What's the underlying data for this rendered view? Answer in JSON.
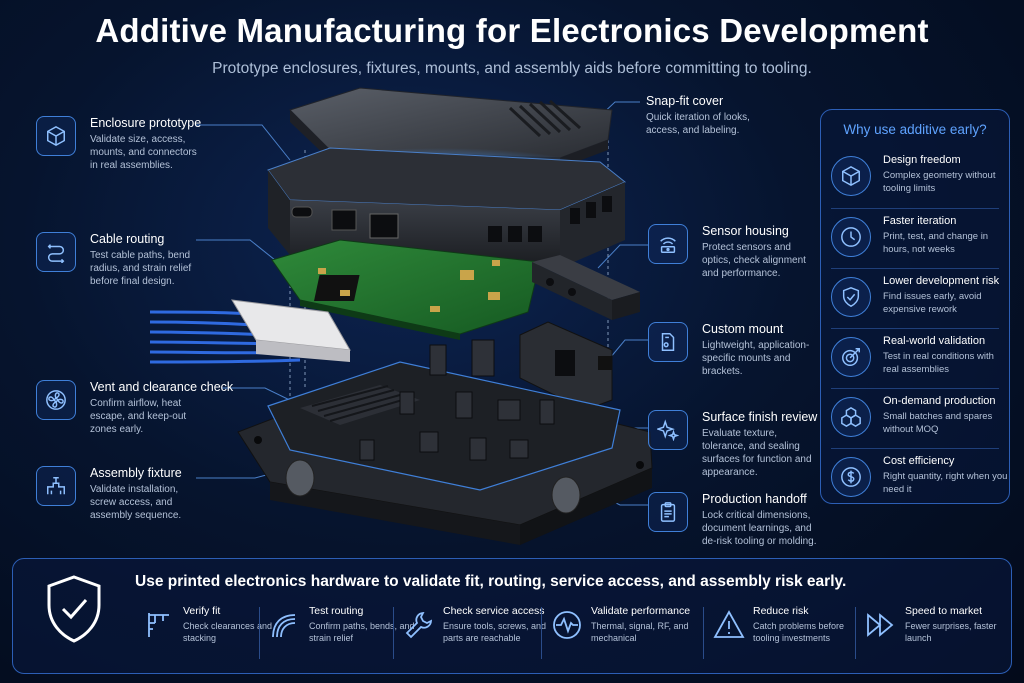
{
  "header": {
    "title": "Additive Manufacturing for Electronics Development",
    "subtitle": "Prototype enclosures, fixtures, mounts, and assembly aids before committing to tooling."
  },
  "callouts": {
    "enclosure": {
      "title": "Enclosure prototype",
      "desc": "Validate size, access, mounts, and connectors in real assemblies.",
      "icon": "cube-icon"
    },
    "cable": {
      "title": "Cable routing",
      "desc": "Test cable paths, bend radius, and strain relief before final design.",
      "icon": "cable-icon"
    },
    "vent": {
      "title": "Vent and clearance check",
      "desc": "Confirm airflow, heat escape, and keep-out zones early.",
      "icon": "fan-icon"
    },
    "fixture": {
      "title": "Assembly fixture",
      "desc": "Validate installation, screw access, and assembly sequence.",
      "icon": "fixture-icon"
    },
    "snapfit": {
      "title": "Snap-fit cover",
      "desc": "Quick iteration of looks, access, and labeling."
    },
    "sensor": {
      "title": "Sensor housing",
      "desc": "Protect sensors and optics, check alignment and performance.",
      "icon": "sensor-icon"
    },
    "mount": {
      "title": "Custom mount",
      "desc": "Lightweight, application-specific mounts and brackets.",
      "icon": "mount-icon"
    },
    "finish": {
      "title": "Surface finish review",
      "desc": "Evaluate texture, tolerance, and sealing surfaces for function and appearance.",
      "icon": "sparkle-icon"
    },
    "handoff": {
      "title": "Production handoff",
      "desc": "Lock critical dimensions, document learnings, and de-risk tooling or molding.",
      "icon": "clipboard-icon"
    }
  },
  "panel": {
    "title": "Why use additive early?",
    "items": [
      {
        "title": "Design freedom",
        "desc": "Complex geometry without tooling limits",
        "icon": "cube-icon"
      },
      {
        "title": "Faster iteration",
        "desc": "Print, test, and change in hours, not weeks",
        "icon": "clock-icon"
      },
      {
        "title": "Lower development risk",
        "desc": "Find issues early, avoid expensive rework",
        "icon": "shield-icon"
      },
      {
        "title": "Real-world validation",
        "desc": "Test in real conditions with real assemblies",
        "icon": "target-icon"
      },
      {
        "title": "On-demand production",
        "desc": "Small batches and spares without MOQ",
        "icon": "boxes-icon"
      },
      {
        "title": "Cost efficiency",
        "desc": "Right quantity, right when you need it",
        "icon": "dollar-icon"
      }
    ]
  },
  "banner": {
    "title": "Use printed electronics hardware to validate fit, routing, service access, and assembly risk early.",
    "items": [
      {
        "title": "Verify fit",
        "desc": "Check clearances and stacking",
        "icon": "caliper-icon"
      },
      {
        "title": "Test routing",
        "desc": "Confirm paths, bends, and strain relief",
        "icon": "routing-icon"
      },
      {
        "title": "Check service access",
        "desc": "Ensure tools, screws, and parts are reachable",
        "icon": "wrench-icon"
      },
      {
        "title": "Validate performance",
        "desc": "Thermal, signal, RF, and mechanical",
        "icon": "pulse-icon"
      },
      {
        "title": "Reduce risk",
        "desc": "Catch problems before tooling investments",
        "icon": "warning-icon"
      },
      {
        "title": "Speed to market",
        "desc": "Fewer surprises, faster launch",
        "icon": "fast-forward-icon"
      }
    ]
  },
  "colors": {
    "accent": "#3f7fd8",
    "highlight": "#5fa3ff",
    "background": "#06142e"
  }
}
